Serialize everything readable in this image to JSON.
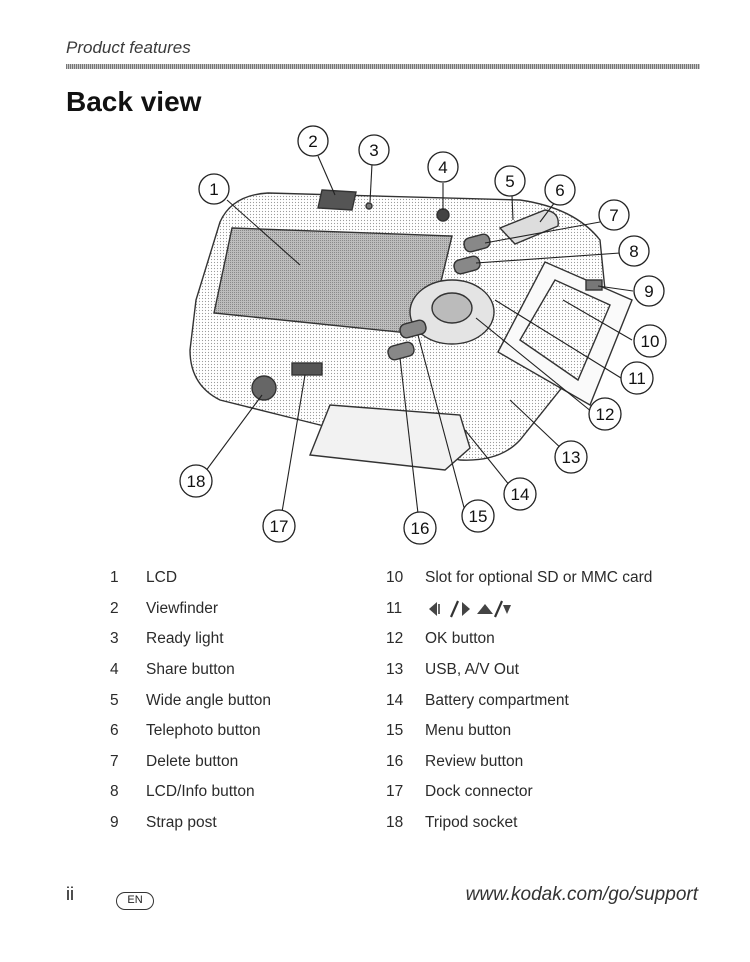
{
  "header": {
    "section": "Product features",
    "title": "Back view"
  },
  "figure": {
    "callouts": [
      "1",
      "2",
      "3",
      "4",
      "5",
      "6",
      "7",
      "8",
      "9",
      "10",
      "11",
      "12",
      "13",
      "14",
      "15",
      "16",
      "17",
      "18"
    ]
  },
  "legend_left": [
    {
      "num": "1",
      "label": "LCD"
    },
    {
      "num": "2",
      "label": "Viewfinder"
    },
    {
      "num": "3",
      "label": "Ready light"
    },
    {
      "num": "4",
      "label": "Share button"
    },
    {
      "num": "5",
      "label": "Wide angle button"
    },
    {
      "num": "6",
      "label": "Telephoto button"
    },
    {
      "num": "7",
      "label": "Delete button"
    },
    {
      "num": "8",
      "label": "LCD/Info button"
    },
    {
      "num": "9",
      "label": "Strap post"
    }
  ],
  "legend_right": [
    {
      "num": "10",
      "label": "Slot for optional SD or MMC card"
    },
    {
      "num": "11",
      "label": "",
      "icon": "arrow-buttons-icon"
    },
    {
      "num": "12",
      "label": "OK button"
    },
    {
      "num": "13",
      "label": "USB, A/V Out"
    },
    {
      "num": "14",
      "label": "Battery compartment"
    },
    {
      "num": "15",
      "label": "Menu button"
    },
    {
      "num": "16",
      "label": "Review button"
    },
    {
      "num": "17",
      "label": "Dock connector"
    },
    {
      "num": "18",
      "label": "Tripod socket"
    }
  ],
  "footer": {
    "page": "ii",
    "language_badge": "EN",
    "url": "www.kodak.com/go/support"
  }
}
